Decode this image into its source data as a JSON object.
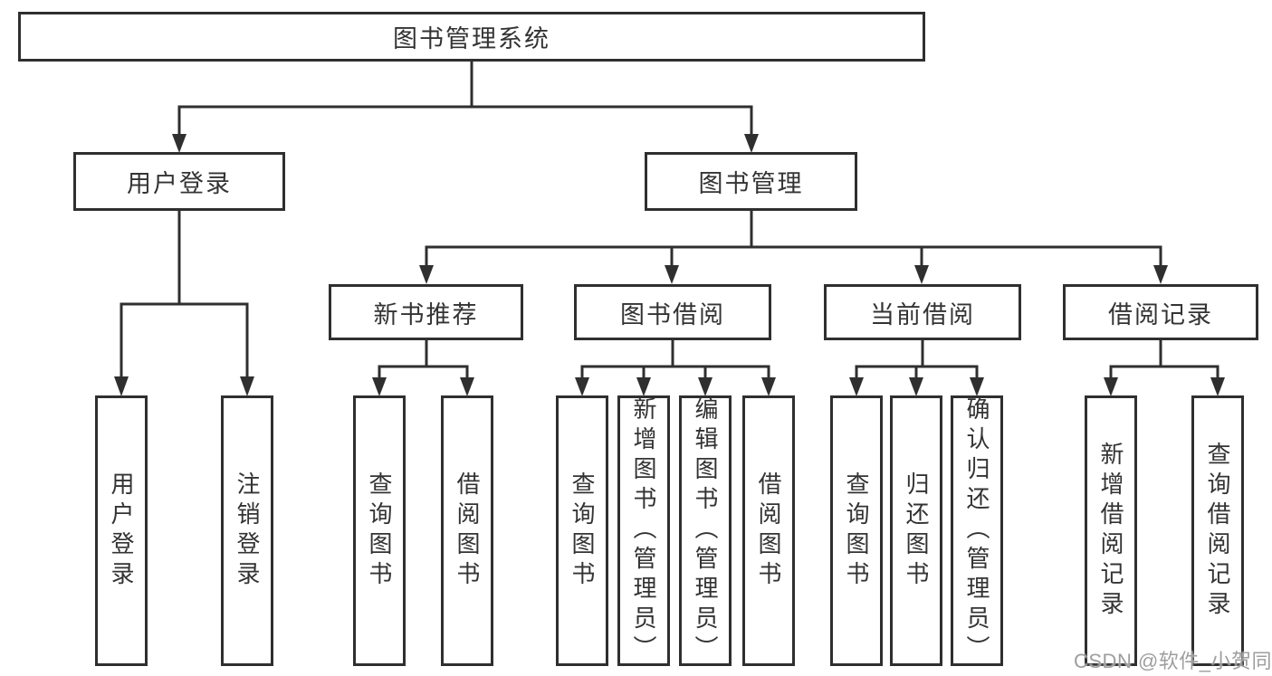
{
  "diagram_title": "图书管理系统",
  "tree": {
    "root": {
      "label": "图书管理系统",
      "children": [
        {
          "label": "用户登录",
          "children": [
            {
              "label": "用户登录"
            },
            {
              "label": "注销登录"
            }
          ]
        },
        {
          "label": "图书管理",
          "children": [
            {
              "label": "新书推荐",
              "children": [
                {
                  "label": "查询图书"
                },
                {
                  "label": "借阅图书"
                }
              ]
            },
            {
              "label": "图书借阅",
              "children": [
                {
                  "label": "查询图书"
                },
                {
                  "label": "新增图书（管理员）"
                },
                {
                  "label": "编辑图书（管理员）"
                },
                {
                  "label": "借阅图书"
                }
              ]
            },
            {
              "label": "当前借阅",
              "children": [
                {
                  "label": "查询图书"
                },
                {
                  "label": "归还图书"
                },
                {
                  "label": "确认归还（管理员）"
                }
              ]
            },
            {
              "label": "借阅记录",
              "children": [
                {
                  "label": "新增借阅记录"
                },
                {
                  "label": "查询借阅记录"
                }
              ]
            }
          ]
        }
      ]
    }
  },
  "watermark": {
    "text": "CSDN @软件_小贺同学"
  },
  "colors": {
    "background": "#ffffff",
    "line": "#2f2f2f",
    "text": "#333333",
    "watermark": "#9e9e9e"
  }
}
